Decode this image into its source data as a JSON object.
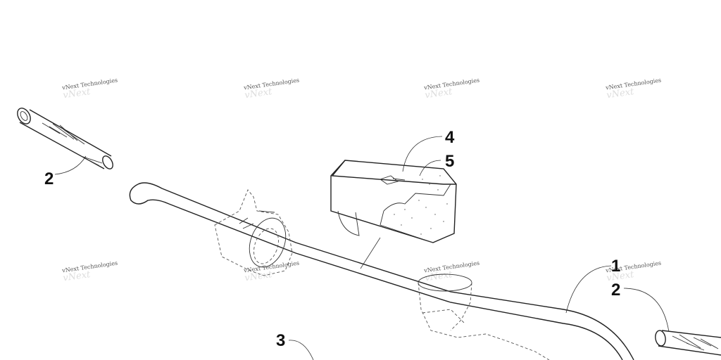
{
  "watermark": {
    "text": "vNext Technologies"
  },
  "callouts": [
    {
      "id": "handlebar",
      "label": "1"
    },
    {
      "id": "grip-left",
      "label": "2"
    },
    {
      "id": "grip-right",
      "label": "2"
    },
    {
      "id": "throttle",
      "label": "3"
    },
    {
      "id": "pad",
      "label": "4"
    },
    {
      "id": "foam",
      "label": "5"
    }
  ],
  "colors": {
    "line": "#222222",
    "watermark": "#555555",
    "background": "#ffffff"
  }
}
